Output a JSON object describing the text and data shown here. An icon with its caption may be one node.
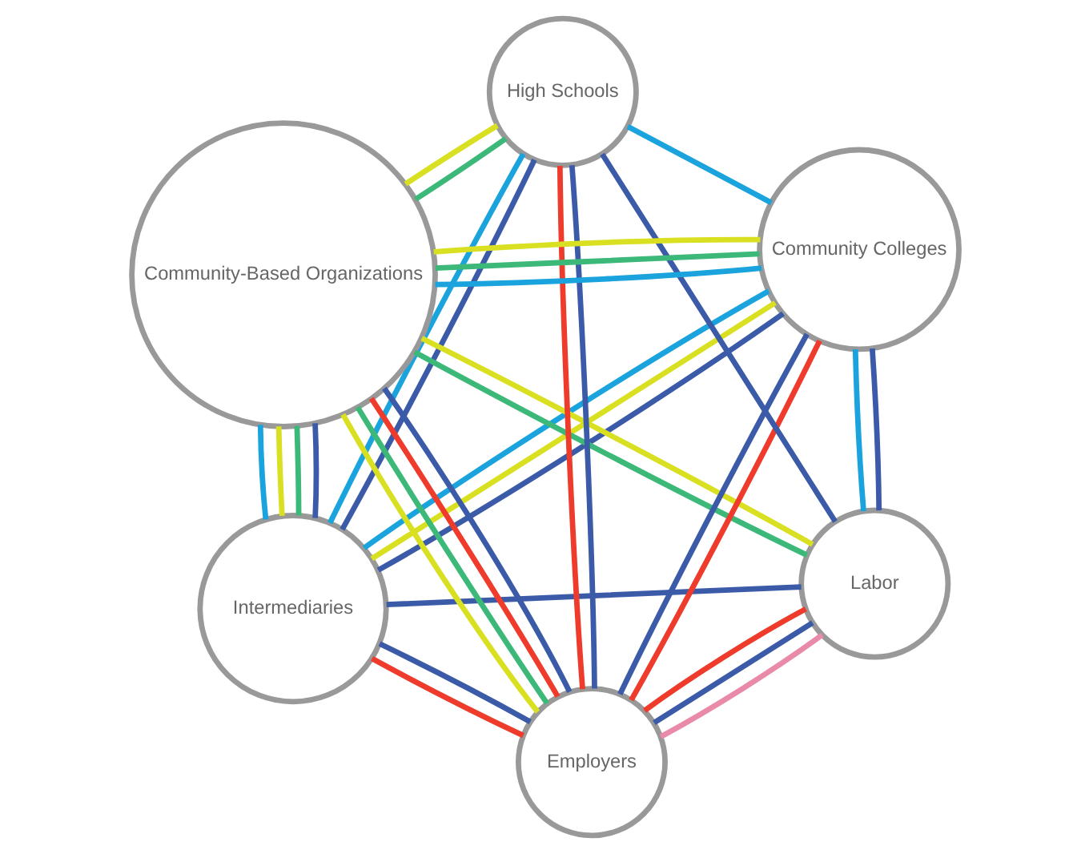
{
  "diagram": {
    "nodes": [
      {
        "text": [
          "Intermediaries"
        ]
      },
      {
        "text": [
          "High Schools"
        ]
      },
      {
        "text": [
          "Community Colleges"
        ]
      },
      {
        "text": [
          "Labor"
        ]
      },
      {
        "text": [
          "Employers"
        ]
      },
      {
        "text": [
          "Community-Based Organizations"
        ]
      }
    ],
    "edges": [
      {
        "from": 0,
        "to": 1,
        "arrow": "none",
        "color": "#1aa3dc"
      },
      {
        "from": 0,
        "to": 1,
        "arrow": "none"
      },
      {
        "from": 0,
        "to": 2,
        "arrow": "none",
        "color": "#1aa3dc"
      },
      {
        "from": 0,
        "to": 2,
        "arrow": "none"
      },
      {
        "from": 0,
        "to": 2,
        "arrow": "none",
        "color": "#d9e021"
      },
      {
        "from": 0,
        "to": 3,
        "arrow": "none"
      },
      {
        "from": 0,
        "to": 4,
        "arrow": "none"
      },
      {
        "from": 0,
        "to": 4,
        "arrow": "none",
        "color": "#ee3b2b"
      },
      {
        "from": 0,
        "to": 5,
        "arrow": "none",
        "color": "#1aa3dc"
      },
      {
        "from": 0,
        "to": 5,
        "arrow": "none"
      },
      {
        "from": 0,
        "to": 5,
        "arrow": "none",
        "color": "#3cb878"
      },
      {
        "from": 0,
        "to": 5,
        "arrow": "none",
        "color": "#d9e021"
      },
      {
        "from": 1,
        "to": 3,
        "arrow": "none"
      },
      {
        "from": 1,
        "to": 4,
        "arrow": "none"
      },
      {
        "from": 1,
        "to": 4,
        "arrow": "none",
        "color": "#ee3b2b"
      },
      {
        "from": 1,
        "to": 5,
        "arrow": "none",
        "color": "#3cb878"
      },
      {
        "from": 1,
        "to": 5,
        "arrow": "none",
        "color": "#d9e021"
      },
      {
        "from": 1,
        "to": 2,
        "arrow": "none",
        "color": "#1aa3dc"
      },
      {
        "from": 3,
        "to": 2,
        "arrow": "none",
        "color": "#1aa3dc"
      },
      {
        "from": 3,
        "to": 2,
        "arrow": "none"
      },
      {
        "from": 3,
        "to": 5,
        "arrow": "none",
        "color": "#3cb878"
      },
      {
        "from": 3,
        "to": 5,
        "arrow": "none",
        "color": "#d9e021"
      },
      {
        "from": 3,
        "to": 4,
        "arrow": "none",
        "color": "#e88aa8"
      },
      {
        "from": 3,
        "to": 4,
        "arrow": "none",
        "color": "#ee3b2b"
      },
      {
        "from": 3,
        "to": 4,
        "arrow": "none"
      },
      {
        "from": 4,
        "to": 2,
        "arrow": "none"
      },
      {
        "from": 4,
        "to": 2,
        "arrow": "none",
        "color": "#ee3b2b"
      },
      {
        "from": 4,
        "to": 5,
        "arrow": "none",
        "color": "#d9e021"
      },
      {
        "from": 4,
        "to": 5,
        "arrow": "none"
      },
      {
        "from": 4,
        "to": 5,
        "arrow": "none",
        "color": "#ee3b2b"
      },
      {
        "from": 4,
        "to": 5,
        "arrow": "none",
        "color": "#3cb878"
      },
      {
        "from": 2,
        "to": 5,
        "arrow": "none",
        "color": "#1aa3dc"
      },
      {
        "from": 2,
        "to": 5,
        "arrow": "none",
        "color": "#d9e021"
      },
      {
        "from": 2,
        "to": 5,
        "arrow": "none",
        "color": "#3cb878"
      }
    ]
  }
}
